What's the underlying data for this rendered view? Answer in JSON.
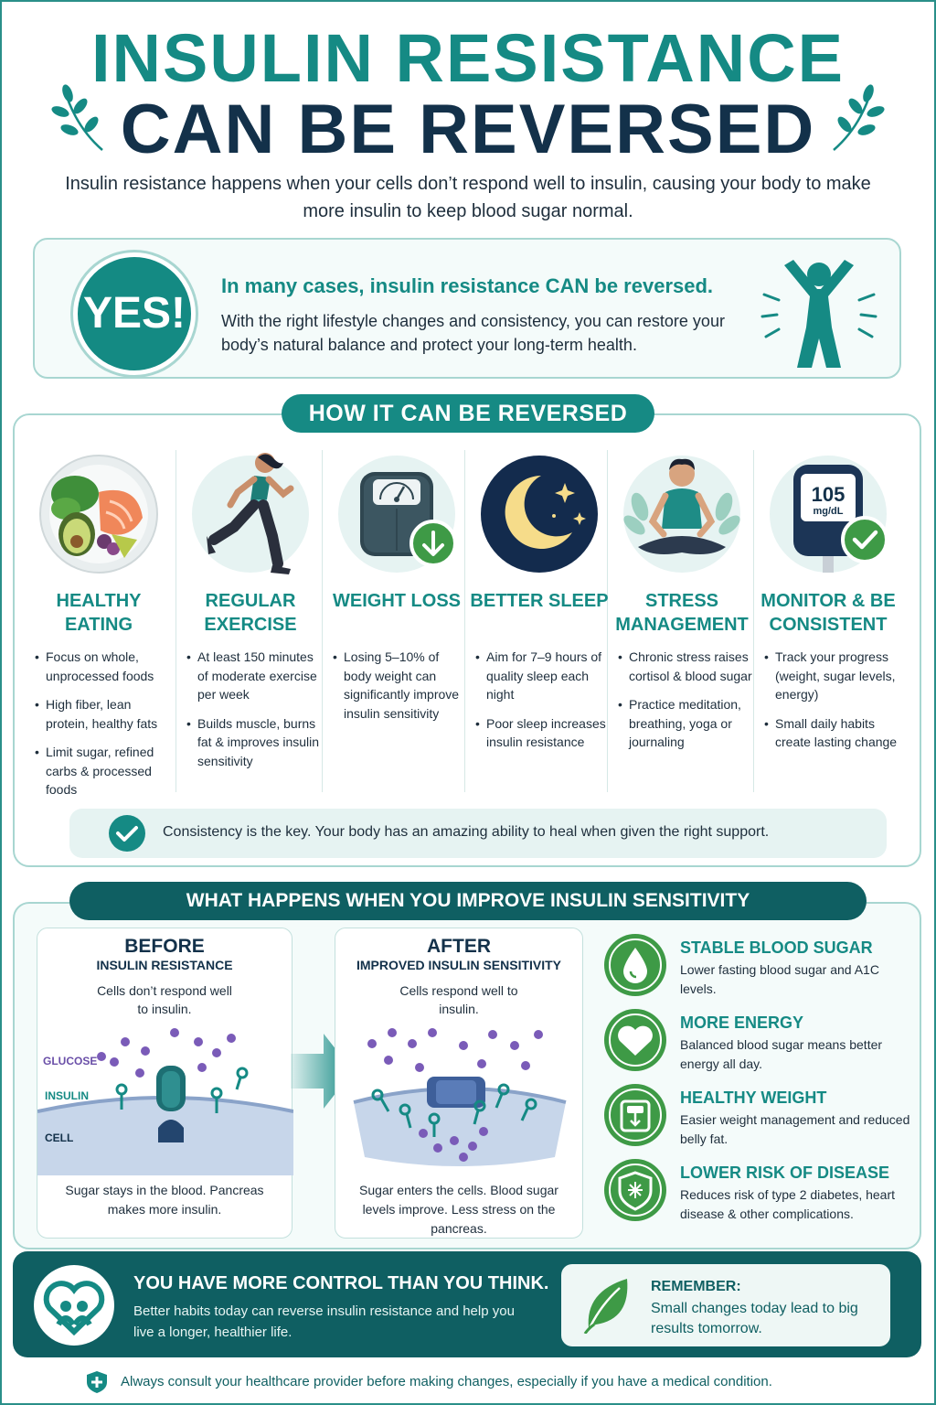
{
  "header": {
    "title_line1": "INSULIN RESISTANCE",
    "title_line2": "CAN BE REVERSED",
    "intro": "Insulin resistance happens when your cells don’t respond well to insulin, causing your body to make more insulin to keep blood sugar normal."
  },
  "yes_box": {
    "badge": "YES!",
    "heading": "In many cases, insulin resistance CAN be reversed.",
    "text": "With the right lifestyle changes and consistency, you can restore your body’s natural balance and protect your long-term health."
  },
  "how": {
    "title": "HOW IT CAN BE REVERSED",
    "columns": [
      {
        "heading": "HEALTHY EATING",
        "icon": "healthy-plate-icon",
        "items": [
          "Focus on whole, unprocessed foods",
          "High fiber, lean protein, healthy fats",
          "Limit sugar, refined carbs & processed foods"
        ]
      },
      {
        "heading": "REGULAR EXERCISE",
        "icon": "runner-icon",
        "items": [
          "At least 150 minutes of moderate exercise per week",
          "Builds muscle, burns fat & improves insulin sensitivity"
        ]
      },
      {
        "heading": "WEIGHT LOSS",
        "icon": "scale-icon",
        "items": [
          "Losing 5–10% of body weight can significantly improve insulin sensitivity"
        ]
      },
      {
        "heading": "BETTER SLEEP",
        "icon": "moon-icon",
        "items": [
          "Aim for 7–9 hours of quality sleep each night",
          "Poor sleep increases insulin resistance"
        ]
      },
      {
        "heading": "STRESS MANAGEMENT",
        "icon": "meditation-icon",
        "items": [
          "Chronic stress raises cortisol & blood sugar",
          "Practice meditation, breathing, yoga or journaling"
        ]
      },
      {
        "heading": "MONITOR & BE CONSISTENT",
        "icon": "glucose-meter-icon",
        "items": [
          "Track your progress (weight, sugar levels, energy)",
          "Small daily habits create lasting change"
        ],
        "meter_value": "105",
        "meter_unit": "mg/dL"
      }
    ],
    "consistency": "Consistency is the key. Your body has an amazing ability to heal when given the right support."
  },
  "what": {
    "title": "WHAT HAPPENS WHEN YOU IMPROVE INSULIN SENSITIVITY",
    "before": {
      "h1": "BEFORE",
      "h2": "INSULIN RESISTANCE",
      "sub": "Cells don’t respond well to insulin.",
      "labels": [
        "GLUCOSE",
        "INSULIN",
        "CELL"
      ],
      "foot": "Sugar stays in the blood. Pancreas makes more insulin."
    },
    "after": {
      "h1": "AFTER",
      "h2": "IMPROVED INSULIN SENSITIVITY",
      "sub": "Cells respond well to insulin.",
      "foot": "Sugar enters the cells. Blood sugar levels improve. Less stress on the pancreas."
    },
    "benefits": [
      {
        "title": "STABLE BLOOD SUGAR",
        "text": "Lower fasting blood sugar and A1C levels.",
        "icon": "blood-drop-icon"
      },
      {
        "title": "MORE ENERGY",
        "text": "Balanced blood sugar means better energy all day.",
        "icon": "heart-icon"
      },
      {
        "title": "HEALTHY WEIGHT",
        "text": "Easier weight management and reduced belly fat.",
        "icon": "scale-icon"
      },
      {
        "title": "LOWER RISK OF DISEASE",
        "text": "Reduces risk of type 2 diabetes, heart disease & other complications.",
        "icon": "shield-icon"
      }
    ]
  },
  "banner": {
    "heading": "YOU HAVE MORE CONTROL THAN YOU THINK.",
    "text": "Better habits today can reverse insulin resistance and help you live a longer, healthier life.",
    "remember_heading": "REMEMBER:",
    "remember_text": "Small changes today lead to big results tomorrow."
  },
  "footer": "Always consult your healthcare provider before making changes, especially if you have a medical condition.",
  "colors": {
    "teal": "#158a84",
    "navy": "#13314a",
    "dark_teal": "#0f5f62",
    "green": "#3e9a46",
    "purple": "#7a5bb8"
  }
}
